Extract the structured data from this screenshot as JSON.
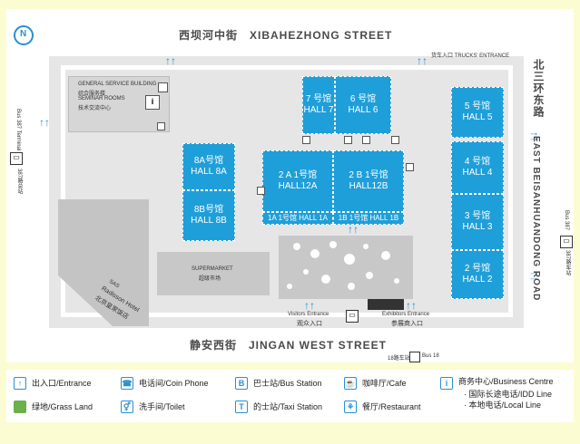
{
  "roads": {
    "north": "西坝河中街　XIBAHEZHONG STREET",
    "south": "静安西街　JINGAN WEST STREET",
    "east_cn": "北三环东路",
    "east_en": "EAST BEISANHUANDONG ROAD"
  },
  "compass": "N",
  "buildings": {
    "general": [
      "GENERAL SERVICE BUILDING",
      "综合服务楼",
      "SEMINAR ROOMS",
      "技术交流中心"
    ],
    "supermarket_en": "SUPERMARKET",
    "supermarket_cn": "超级市场",
    "hotel": [
      "SAS",
      "Radisson Hotel",
      "北京皇家饭店"
    ]
  },
  "halls": [
    {
      "cn": "7 号馆",
      "en": "HALL 7"
    },
    {
      "cn": "6 号馆",
      "en": "HALL 6"
    },
    {
      "cn": "8A号馆",
      "en": "HALL 8A"
    },
    {
      "cn": "8B号馆",
      "en": "HALL 8B"
    },
    {
      "cn": "2 A 1号馆",
      "en": "HALL12A"
    },
    {
      "cn": "2 B 1号馆",
      "en": "HALL12B"
    },
    {
      "cn": "5 号馆",
      "en": "HALL 5"
    },
    {
      "cn": "4 号馆",
      "en": "HALL 4"
    },
    {
      "cn": "3 号馆",
      "en": "HALL 3"
    },
    {
      "cn": "2 号馆",
      "en": "HALL 2"
    }
  ],
  "hall1a": "1A 1号馆  HALL 1A",
  "hall1b": "1B 1号馆  HALL 1B",
  "entrances": {
    "trucks": "货车入口 TRUCKS' ENTRANCE",
    "visitors_en": "Visitors Entrance",
    "visitors_cn": "观众入口",
    "exhibitors_en": "Exhibitors Entrance",
    "exhibitors_cn": "参展商入口"
  },
  "bus": {
    "left": "Bus 387 Terminal",
    "left_cn": "387路总站",
    "right": "Bus 18",
    "right_cn": "18路车站",
    "bus_387": "387路车站",
    "bus_387_en": "Bus 387"
  },
  "legend": [
    {
      "icon": "entrance-icon",
      "glyph": "↑↑",
      "text": "出入口/Entrance"
    },
    {
      "icon": "grass-icon",
      "glyph": "",
      "text": "绿地/Grass Land"
    },
    {
      "icon": "phone-icon",
      "glyph": "☎",
      "text": "电话间/Coin Phone"
    },
    {
      "icon": "toilet-icon",
      "glyph": "⚥",
      "text": "洗手间/Toilet"
    },
    {
      "icon": "bus-icon",
      "glyph": "🚌",
      "text": "巴士站/Bus Station"
    },
    {
      "icon": "taxi-icon",
      "glyph": "🚕",
      "text": "的士站/Taxi Station"
    },
    {
      "icon": "cafe-icon",
      "glyph": "☕",
      "text": "咖啡厅/Cafe"
    },
    {
      "icon": "restaurant-icon",
      "glyph": "🍴",
      "text": "餐厅/Restaurant"
    },
    {
      "icon": "info-icon",
      "glyph": "i",
      "text": "商务中心/Business Centre"
    }
  ],
  "legend_extra": [
    "· 国际长途电话/IDD Line",
    "· 本地电话/Local Line"
  ],
  "colors": {
    "hall": "#1f9fd9",
    "background": "#fcfcd2",
    "grass": "#6ab04c",
    "road": "#ffffff",
    "site": "#e6e6e6"
  }
}
